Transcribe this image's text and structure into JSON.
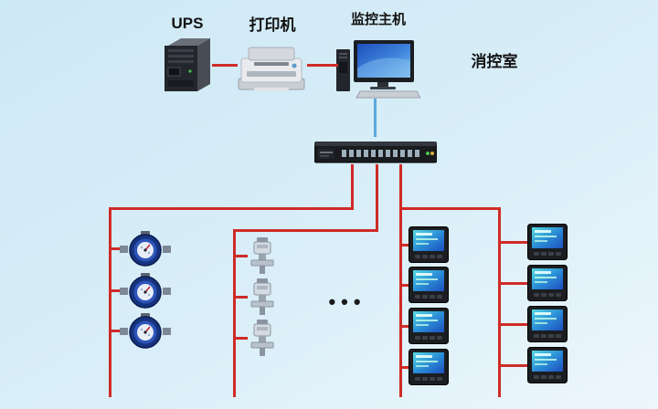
{
  "labels": {
    "ups": "UPS",
    "printer": "打印机",
    "host": "监控主机",
    "room": "消控室",
    "more": "•••"
  },
  "colors": {
    "bg_top": "#cde8f5",
    "bg_bottom": "#edf7fc",
    "line_red": "#cf2b27",
    "line_blue": "#5ba9dd"
  },
  "icons": {
    "ups": "ups-tower-icon",
    "printer": "printer-icon",
    "host": "desktop-computer-icon",
    "collector": "rack-switch-icon",
    "water_meter": "water-meter-icon",
    "transmitter": "transmitter-icon",
    "power_meter": "power-meter-icon"
  }
}
